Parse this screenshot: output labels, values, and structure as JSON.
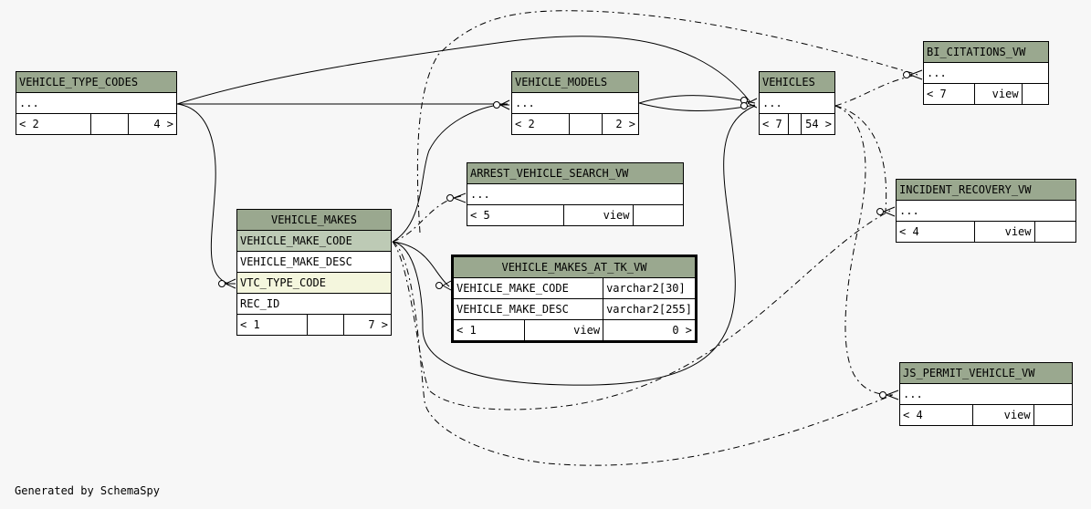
{
  "tables": {
    "vehicle_type_codes": {
      "name": "VEHICLE_TYPE_CODES",
      "body": "...",
      "parents": "< 2",
      "children": "4 >"
    },
    "vehicle_models": {
      "name": "VEHICLE_MODELS",
      "body": "...",
      "parents": "< 2",
      "children": "2 >"
    },
    "vehicles": {
      "name": "VEHICLES",
      "body": "...",
      "parents": "< 7",
      "children": "54 >"
    },
    "bi_citations_vw": {
      "name": "BI_CITATIONS_VW",
      "body": "...",
      "parents": "< 7",
      "type": "view"
    },
    "arrest_vehicle_search_vw": {
      "name": "ARREST_VEHICLE_SEARCH_VW",
      "body": "...",
      "parents": "< 5",
      "type": "view"
    },
    "incident_recovery_vw": {
      "name": "INCIDENT_RECOVERY_VW",
      "body": "...",
      "parents": "< 4",
      "type": "view"
    },
    "vehicle_makes": {
      "name": "VEHICLE_MAKES",
      "columns": [
        "VEHICLE_MAKE_CODE",
        "VEHICLE_MAKE_DESC",
        "VTC_TYPE_CODE",
        "REC_ID"
      ],
      "parents": "< 1",
      "children": "7 >"
    },
    "vehicle_makes_at_tk_vw": {
      "name": "VEHICLE_MAKES_AT_TK_VW",
      "columns": [
        {
          "name": "VEHICLE_MAKE_CODE",
          "type": "varchar2[30]"
        },
        {
          "name": "VEHICLE_MAKE_DESC",
          "type": "varchar2[255]"
        }
      ],
      "parents": "< 1",
      "type": "view",
      "children": "0 >"
    },
    "js_permit_vehicle_vw": {
      "name": "JS_PERMIT_VEHICLE_VW",
      "body": "...",
      "parents": "< 4",
      "type": "view"
    }
  },
  "footer": "Generated by SchemaSpy"
}
